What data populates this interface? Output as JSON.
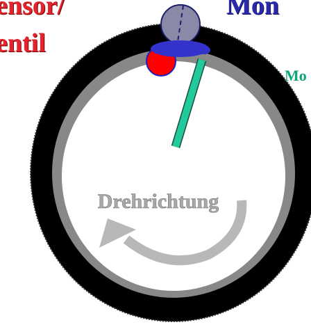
{
  "labels": {
    "sensor_line1": "ensor/",
    "sensor_line2": "entil",
    "mon": "Mon",
    "mo": "Mo",
    "rotation": "Drehrichtung"
  },
  "colors": {
    "tire": "#000000",
    "rim": "#888888",
    "inner": "#ffffff",
    "sensor_body": "#ff0000",
    "sensor_outline": "#2020c0",
    "monitor_cap": "#3333cc",
    "monitor_head": "#8a8aa8",
    "pointer": "#22c99a",
    "arrow": "#b8b8b8",
    "sensor_text": "#e4242c",
    "mon_text": "#2a2aa8",
    "mo_text": "#13a37c"
  }
}
